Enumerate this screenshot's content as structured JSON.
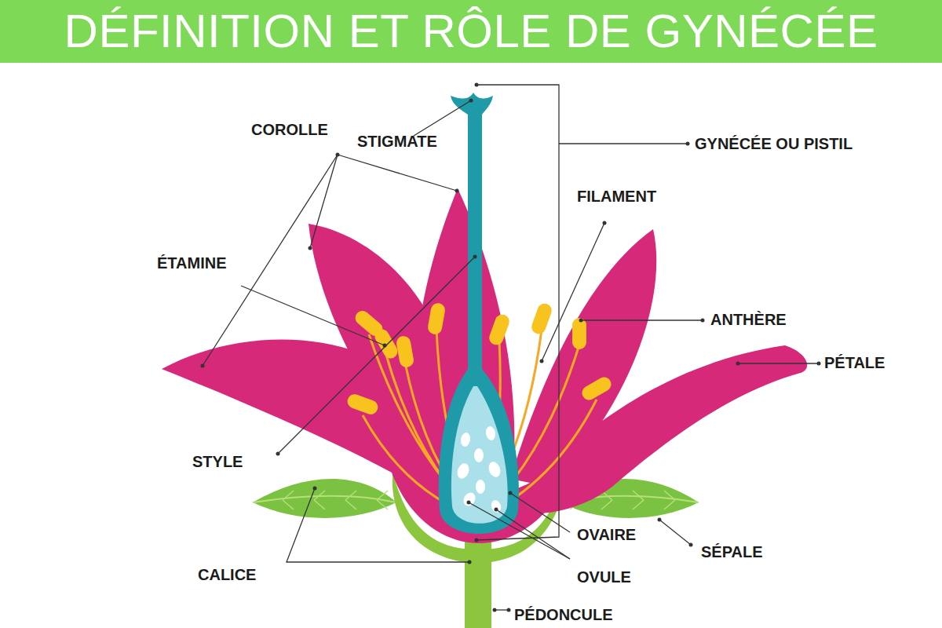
{
  "diagram": {
    "title": "DÉFINITION ET RÔLE DE GYNÉCÉE",
    "labels": [
      "COROLLE",
      "STIGMATE",
      "GYNÉCÉE OU PISTIL",
      "FILAMENT",
      "ÉTAMINE",
      "ANTHÈRE",
      "PÉTALE",
      "STYLE",
      "OVAIRE",
      "SÉPALE",
      "CALICE",
      "OVULE",
      "PÉDONCULE"
    ]
  }
}
